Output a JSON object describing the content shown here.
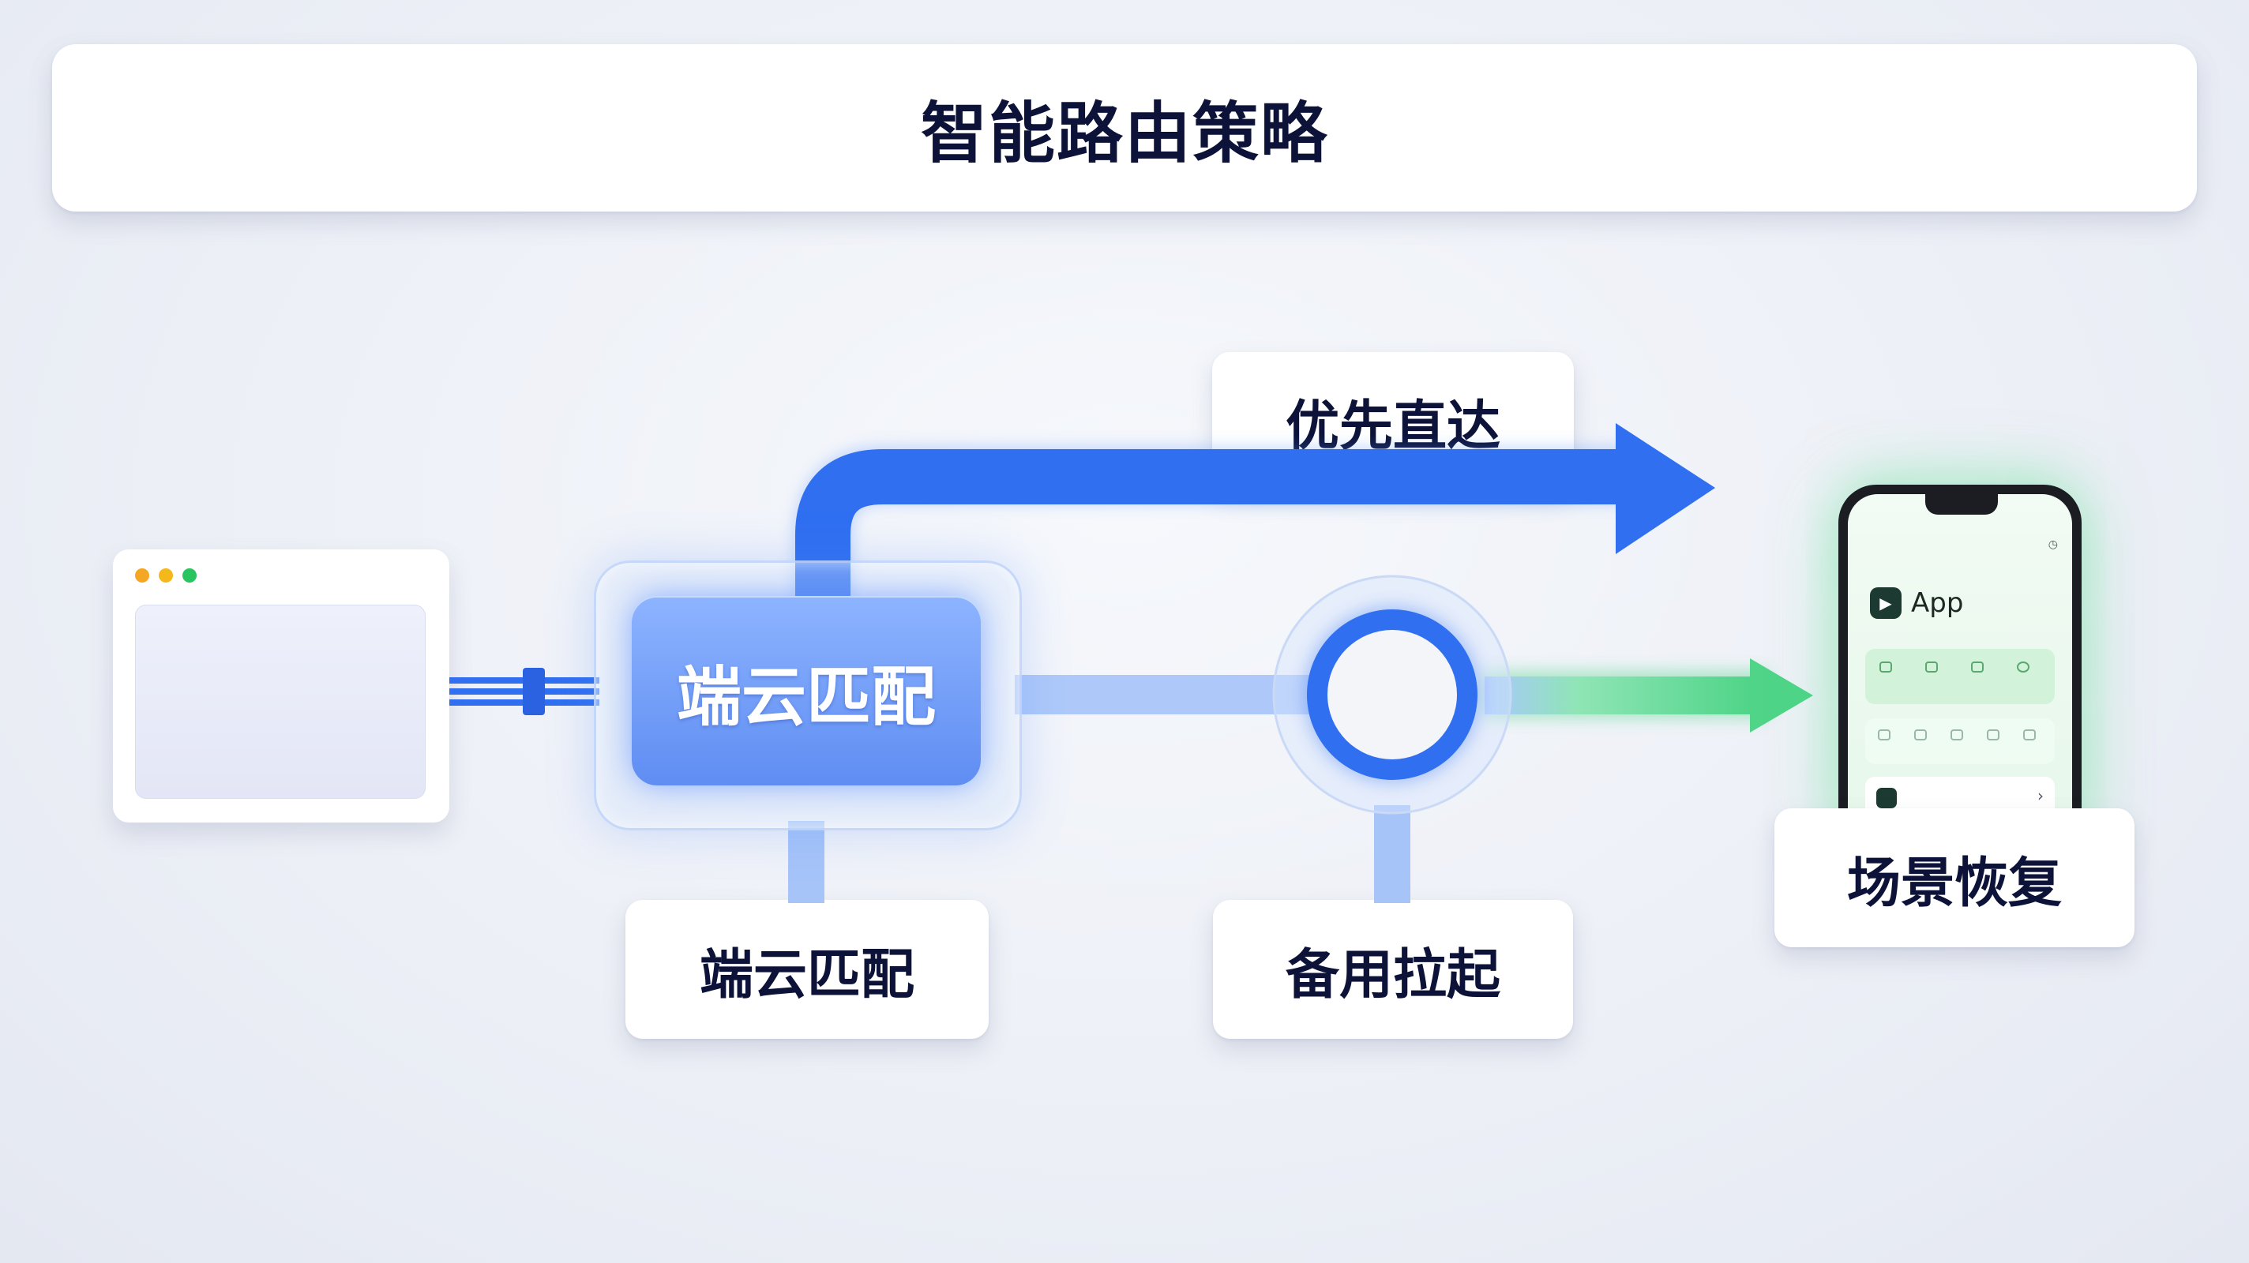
{
  "title": "智能路由策略",
  "nodes": {
    "match_box": "端云匹配",
    "direct_label": "优先直达",
    "match_label": "端云匹配",
    "backup_label": "备用拉起",
    "restore_label": "场景恢复"
  },
  "phone": {
    "app_name": "App",
    "app_icon": "play-icon",
    "chevron": "›"
  },
  "colors": {
    "blue": "#2f6ff0",
    "light_blue": "#8ab4ff",
    "green": "#4fd488",
    "title_text": "#0c1238"
  }
}
